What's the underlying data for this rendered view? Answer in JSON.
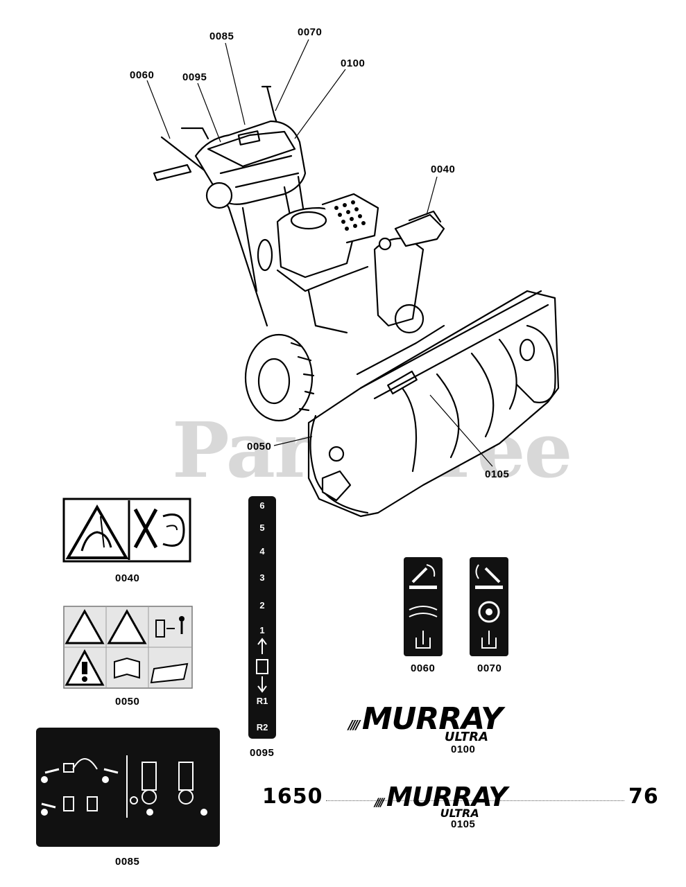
{
  "watermark": "PartsTree",
  "callouts": {
    "p0085": "0085",
    "p0070": "0070",
    "p0100": "0100",
    "p0060": "0060",
    "p0095": "0095",
    "p0040": "0040",
    "p0050": "0050",
    "p0105": "0105"
  },
  "decal_labels": {
    "d0040": "0040",
    "d0050": "0050",
    "d0095": "0095",
    "d0060": "0060",
    "d0070": "0070",
    "d0100": "0100",
    "d0085": "0085",
    "d0105": "0105"
  },
  "gear_strip": [
    "6",
    "5",
    "4",
    "3",
    "2",
    "1",
    "R1",
    "R2"
  ],
  "logo": {
    "brand": "MURRAY",
    "sub": "ULTRA"
  },
  "model_decal": {
    "left": "1650",
    "right": "76"
  },
  "colors": {
    "line": "#000000",
    "decal_dark": "#111111",
    "watermark": "#d8d8d8"
  }
}
